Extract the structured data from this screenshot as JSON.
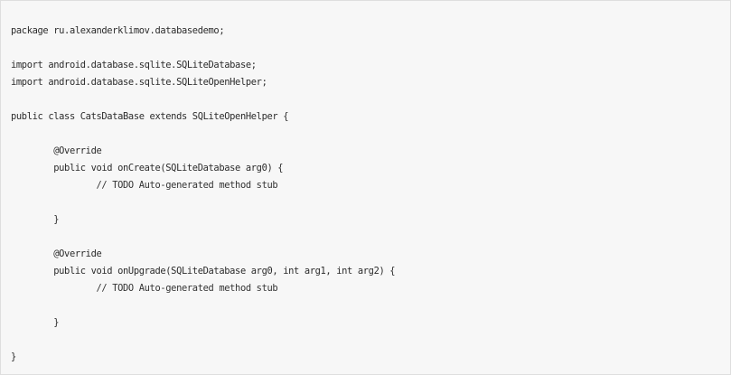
{
  "code": {
    "lines": [
      "package ru.alexanderklimov.databasedemo;",
      "",
      "import android.database.sqlite.SQLiteDatabase;",
      "import android.database.sqlite.SQLiteOpenHelper;",
      "",
      "public class CatsDataBase extends SQLiteOpenHelper {",
      "",
      "        @Override",
      "        public void onCreate(SQLiteDatabase arg0) {",
      "                // TODO Auto-generated method stub",
      "",
      "        }",
      "",
      "        @Override",
      "        public void onUpgrade(SQLiteDatabase arg0, int arg1, int arg2) {",
      "                // TODO Auto-generated method stub",
      "",
      "        }",
      "",
      "}"
    ]
  }
}
